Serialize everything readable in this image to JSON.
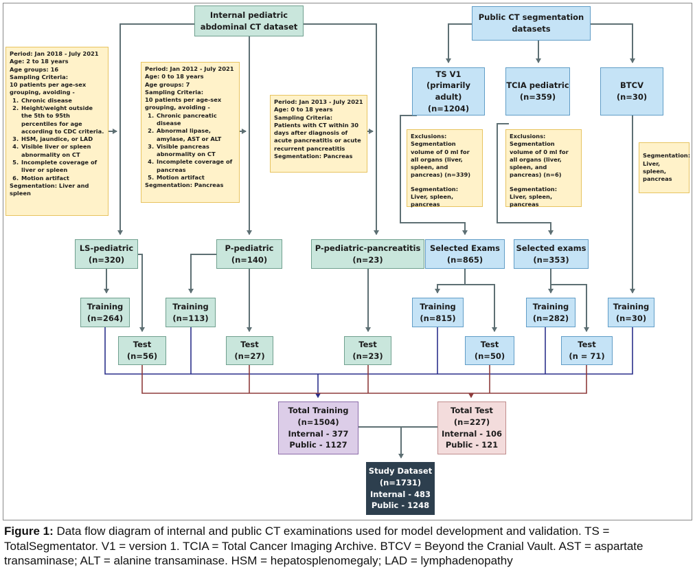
{
  "nodes": {
    "internal": {
      "line1": "Internal pediatric",
      "line2": "abdominal CT dataset"
    },
    "public": {
      "line1": "Public CT segmentation",
      "line2": "datasets"
    },
    "tsv1": {
      "line1": "TS V1",
      "line2": "(primarily adult)",
      "line3": "(n=1204)"
    },
    "tcia": {
      "line1": "TCIA pediatric",
      "line2": "(n=359)"
    },
    "btcv": {
      "line1": "BTCV",
      "line2": "(n=30)"
    },
    "ls": {
      "line1": "LS-pediatric",
      "line2": "(n=320)"
    },
    "p": {
      "line1": "P-pediatric",
      "line2": "(n=140)"
    },
    "pp": {
      "line1": "P-pediatric-pancreatitis",
      "line2": "(n=23)"
    },
    "sel_ts": {
      "line1": "Selected Exams",
      "line2": "(n=865)"
    },
    "sel_tcia": {
      "line1": "Selected exams",
      "line2": "(n=353)"
    },
    "tr_ls": {
      "line1": "Training",
      "line2": "(n=264)"
    },
    "tr_p": {
      "line1": "Training",
      "line2": "(n=113)"
    },
    "tr_ts": {
      "line1": "Training",
      "line2": "(n=815)"
    },
    "tr_tcia": {
      "line1": "Training",
      "line2": "(n=282)"
    },
    "tr_btcv": {
      "line1": "Training",
      "line2": "(n=30)"
    },
    "te_ls": {
      "line1": "Test",
      "line2": "(n=56)"
    },
    "te_p": {
      "line1": "Test",
      "line2": "(n=27)"
    },
    "te_pp": {
      "line1": "Test",
      "line2": "(n=23)"
    },
    "te_ts": {
      "line1": "Test",
      "line2": "(n=50)"
    },
    "te_tcia": {
      "line1": "Test",
      "line2": "(n = 71)"
    },
    "total_train": {
      "line1": "Total Training",
      "line2": "(n=1504)",
      "line3": "Internal - 377",
      "line4": "Public - 1127"
    },
    "total_test": {
      "line1": "Total Test",
      "line2": "(n=227)",
      "line3": "Internal - 106",
      "line4": "Public - 121"
    },
    "study": {
      "line1": "Study Dataset",
      "line2": "(n=1731)",
      "line3": "Internal -  483",
      "line4": "Public - 1248"
    }
  },
  "notes": {
    "ls": {
      "head": [
        "Period:  Jan 2018 - July  2021",
        "Age: 2 to 18 years",
        "Age groups: 16",
        "Sampling Criteria:",
        "10 patients per age-sex grouping, avoiding -"
      ],
      "items": [
        "Chronic disease",
        "Height/weight outside the 5th to 95th percentiles for age according to CDC criteria.",
        "HSM, jaundice, or LAD",
        "Visible liver or spleen abnormality on CT",
        "Incomplete coverage of liver or spleen",
        "Motion artifact"
      ],
      "tail": "Segmentation: Liver and spleen"
    },
    "p": {
      "head": [
        "Period:  Jan 2012 - July  2021",
        "Age: 0 to 18 years",
        "Age groups: 7",
        "Sampling Criteria:",
        "10 patients per age-sex grouping, avoiding -"
      ],
      "items": [
        "Chronic pancreatic disease",
        "Abnormal lipase, amylase, AST or ALT",
        "Visible pancreas abnormality on CT",
        "Incomplete coverage of pancreas",
        "Motion artifact"
      ],
      "tail": "Segmentation: Pancreas"
    },
    "pp": {
      "lines": [
        "Period:  Jan 2013 - July  2021",
        "Age: 0 to 18 years",
        "Sampling Criteria:",
        "Patients with CT within 30 days after diagnosis of acute pancreatitis or acute recurrent pancreatitis",
        "Segmentation: Pancreas"
      ]
    },
    "ts": {
      "lines": [
        "Exclusions:",
        "Segmentation volume of 0 ml for all organs (liver, spleen, and pancreas) (n=339)",
        "",
        "Segmentation:",
        "Liver, spleen, pancreas"
      ]
    },
    "tcia": {
      "lines": [
        "Exclusions:",
        "Segmentation volume of 0 ml for all organs (liver, spleen, and pancreas) (n=6)",
        "",
        "Segmentation:",
        "Liver, spleen, pancreas"
      ]
    },
    "btcv": {
      "lines": [
        "Segmentation:",
        "Liver, spleen, pancreas"
      ]
    }
  },
  "caption": {
    "label": "Figure 1:",
    "text": " Data flow diagram of internal and public CT examinations used for model development and validation. TS = TotalSegmentator. V1 = version 1. TCIA = Total Cancer Imaging Archive. BTCV = Beyond the Cranial Vault. AST = aspartate transaminase; ALT = alanine transaminase. HSM = hepatosplenomegaly; LAD = lymphadenopathy"
  },
  "colors": {
    "train_line": "#2a2f8a",
    "test_line": "#8e3b3b",
    "connector": "#5d6f73"
  }
}
